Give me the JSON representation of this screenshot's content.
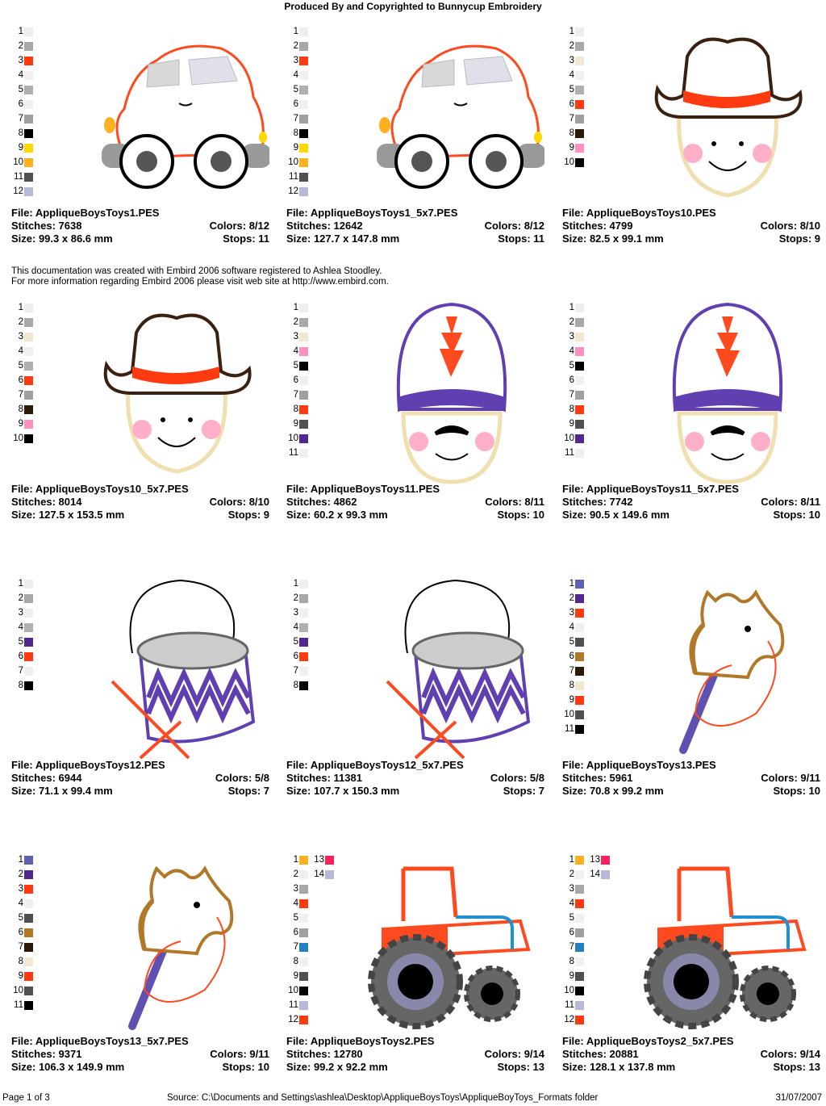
{
  "header": "Produced By and Copyrighted to Bunnycup Embroidery",
  "note": [
    "This documentation was created with Embird 2006 software registered to Ashlea Stoodley.",
    "For more information regarding Embird 2006 please visit web site at http://www.embird.com."
  ],
  "labels": {
    "file": "File: ",
    "stitches": "Stitches: ",
    "colors": "Colors: ",
    "size": "Size: ",
    "stops": "Stops: "
  },
  "designs": [
    {
      "file": "AppliqueBoysToys1.PES",
      "stitches": "7638",
      "colors": "8/12",
      "size": "99.3 x 86.6 mm",
      "stops": "11",
      "motif": "car",
      "swatches": [
        "#eeeeee",
        "#a8a8a8",
        "#ff3a10",
        "#f0f0f0",
        "#b0b0b0",
        "#f0f0f0",
        "#a0a0a0",
        "#000000",
        "#ffd800",
        "#ffb020",
        "#505050",
        "#b8b8d8"
      ]
    },
    {
      "file": "AppliqueBoysToys1_5x7.PES",
      "stitches": "12642",
      "colors": "8/12",
      "size": "127.7 x 147.8 mm",
      "stops": "11",
      "motif": "car",
      "swatches": [
        "#eeeeee",
        "#a8a8a8",
        "#ff3a10",
        "#f0f0f0",
        "#b0b0b0",
        "#f0f0f0",
        "#a0a0a0",
        "#000000",
        "#ffd800",
        "#ffb020",
        "#505050",
        "#b8b8d8"
      ]
    },
    {
      "file": "AppliqueBoysToys10.PES",
      "stitches": "4799",
      "colors": "8/10",
      "size": "82.5 x 99.1 mm",
      "stops": "9",
      "motif": "cowboy",
      "swatches": [
        "#eeeeee",
        "#a8a8a8",
        "#f0e8d0",
        "#f0f0f0",
        "#b0b0b0",
        "#ff3a10",
        "#a0a0a0",
        "#2a1a08",
        "#ff90c0",
        "#000000"
      ]
    },
    {
      "file": "AppliqueBoysToys10_5x7.PES",
      "stitches": "8014",
      "colors": "8/10",
      "size": "127.5 x 153.5 mm",
      "stops": "9",
      "motif": "cowboy",
      "swatches": [
        "#eeeeee",
        "#a8a8a8",
        "#f0e8d0",
        "#f0f0f0",
        "#b0b0b0",
        "#ff3a10",
        "#a0a0a0",
        "#2a1a08",
        "#ff90c0",
        "#000000"
      ]
    },
    {
      "file": "AppliqueBoysToys11.PES",
      "stitches": "4862",
      "colors": "8/11",
      "size": "60.2 x 99.3 mm",
      "stops": "10",
      "motif": "soldier",
      "swatches": [
        "#eeeeee",
        "#a8a8a8",
        "#f0e8d0",
        "#ff90c0",
        "#000000",
        "#f0f0f0",
        "#a0a0a0",
        "#ff3a10",
        "#505050",
        "#502890",
        "#f0f0f0"
      ]
    },
    {
      "file": "AppliqueBoysToys11_5x7.PES",
      "stitches": "7742",
      "colors": "8/11",
      "size": "90.5 x 149.6 mm",
      "stops": "10",
      "motif": "soldier",
      "swatches": [
        "#eeeeee",
        "#a8a8a8",
        "#f0e8d0",
        "#ff90c0",
        "#000000",
        "#f0f0f0",
        "#a0a0a0",
        "#ff3a10",
        "#505050",
        "#502890",
        "#f0f0f0"
      ]
    },
    {
      "file": "AppliqueBoysToys12.PES",
      "stitches": "6944",
      "colors": "5/8",
      "size": "71.1 x 99.4 mm",
      "stops": "7",
      "motif": "drum",
      "swatches": [
        "#eeeeee",
        "#a8a8a8",
        "#f0f0f0",
        "#b0b0b0",
        "#502890",
        "#ff3a10",
        "#f0f0f0",
        "#000000"
      ]
    },
    {
      "file": "AppliqueBoysToys12_5x7.PES",
      "stitches": "11381",
      "colors": "5/8",
      "size": "107.7 x 150.3 mm",
      "stops": "7",
      "motif": "drum",
      "swatches": [
        "#eeeeee",
        "#a8a8a8",
        "#f0f0f0",
        "#b0b0b0",
        "#502890",
        "#ff3a10",
        "#f0f0f0",
        "#000000"
      ]
    },
    {
      "file": "AppliqueBoysToys13.PES",
      "stitches": "5961",
      "colors": "9/11",
      "size": "70.8 x 99.2 mm",
      "stops": "10",
      "motif": "horse",
      "swatches": [
        "#6060b0",
        "#502890",
        "#ff3a10",
        "#f0f0f0",
        "#505050",
        "#b07828",
        "#2a1a08",
        "#f0e8d0",
        "#ff3a10",
        "#505050",
        "#000000"
      ]
    },
    {
      "file": "AppliqueBoysToys13_5x7.PES",
      "stitches": "9371",
      "colors": "9/11",
      "size": "106.3 x 149.9 mm",
      "stops": "10",
      "motif": "horse",
      "swatches": [
        "#6060b0",
        "#502890",
        "#ff3a10",
        "#f0f0f0",
        "#505050",
        "#b07828",
        "#2a1a08",
        "#f0e8d0",
        "#ff3a10",
        "#505050",
        "#000000"
      ]
    },
    {
      "file": "AppliqueBoysToys2.PES",
      "stitches": "12780",
      "colors": "9/14",
      "size": "99.2 x 92.2 mm",
      "stops": "13",
      "motif": "tractor",
      "swatches": [
        "#ffb020",
        "#f0f0f0",
        "#a8a8a8",
        "#ff3a10",
        "#f0f0f0",
        "#a0a0a0",
        "#2080c0",
        "#f0f0f0",
        "#505050",
        "#000000",
        "#b8b8d8",
        "#ff3a10",
        "#ff2060",
        "#b8b8d8"
      ]
    },
    {
      "file": "AppliqueBoysToys2_5x7.PES",
      "stitches": "20881",
      "colors": "9/14",
      "size": "128.1 x 137.8 mm",
      "stops": "13",
      "motif": "tractor",
      "swatches": [
        "#ffb020",
        "#f0f0f0",
        "#a8a8a8",
        "#ff3a10",
        "#f0f0f0",
        "#a0a0a0",
        "#2080c0",
        "#f0f0f0",
        "#505050",
        "#000000",
        "#b8b8d8",
        "#ff3a10",
        "#ff2060",
        "#b8b8d8"
      ]
    }
  ],
  "footer": {
    "page": "Page 1 of 3",
    "source": "Source: C:\\Documents and Settings\\ashlea\\Desktop\\AppliqueBoysToys\\AppliqueBoyToys_Formats folder",
    "date": "31/07/2007"
  }
}
